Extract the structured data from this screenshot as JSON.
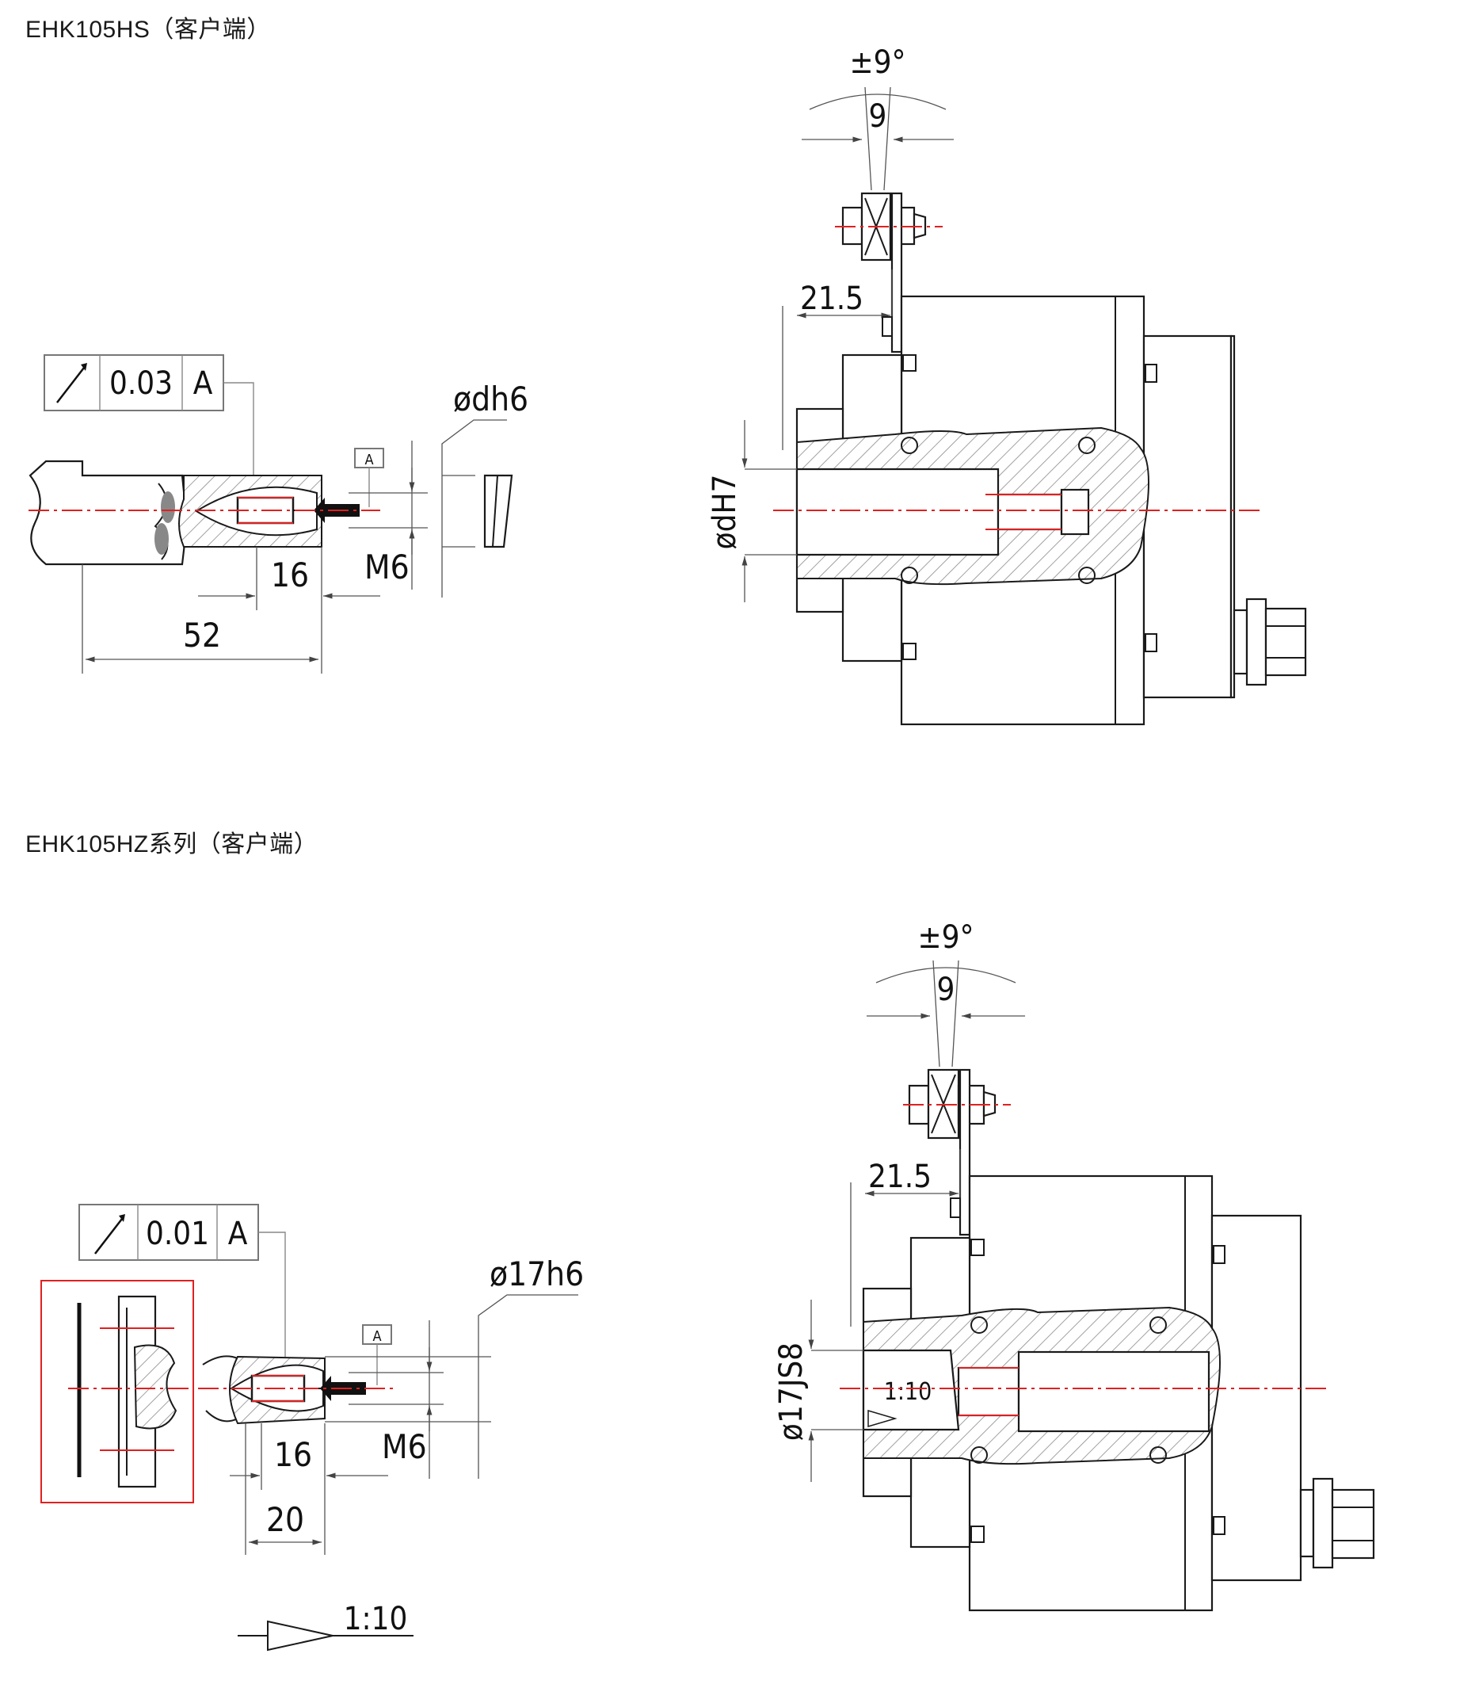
{
  "sections": {
    "hs": {
      "title": "EHK105HS（客户端）",
      "tolerance": {
        "value": "0.03",
        "datum": "A"
      },
      "datum_label": "A",
      "dims": {
        "diameter": "ødh6",
        "thread": "M6",
        "depth": "16",
        "length": "52",
        "angle": "±9°",
        "gap": "9",
        "offset": "21.5",
        "bore": "ødH7"
      }
    },
    "hz": {
      "title": "EHK105HZ系列（客户端）",
      "tolerance": {
        "value": "0.01",
        "datum": "A"
      },
      "datum_label": "A",
      "dims": {
        "diameter": "ø17h6",
        "thread": "M6",
        "depth": "16",
        "length": "20",
        "taper": "1:10",
        "angle": "±9°",
        "gap": "9",
        "offset": "21.5",
        "bore": "ø17JS8",
        "bore_taper": "1:10"
      }
    }
  },
  "colors": {
    "line": "#1a1a1a",
    "center": "#e02020",
    "dim": "#555555"
  },
  "icons": {
    "runout": "runout-arrow-icon",
    "taper": "taper-triangle-icon"
  }
}
